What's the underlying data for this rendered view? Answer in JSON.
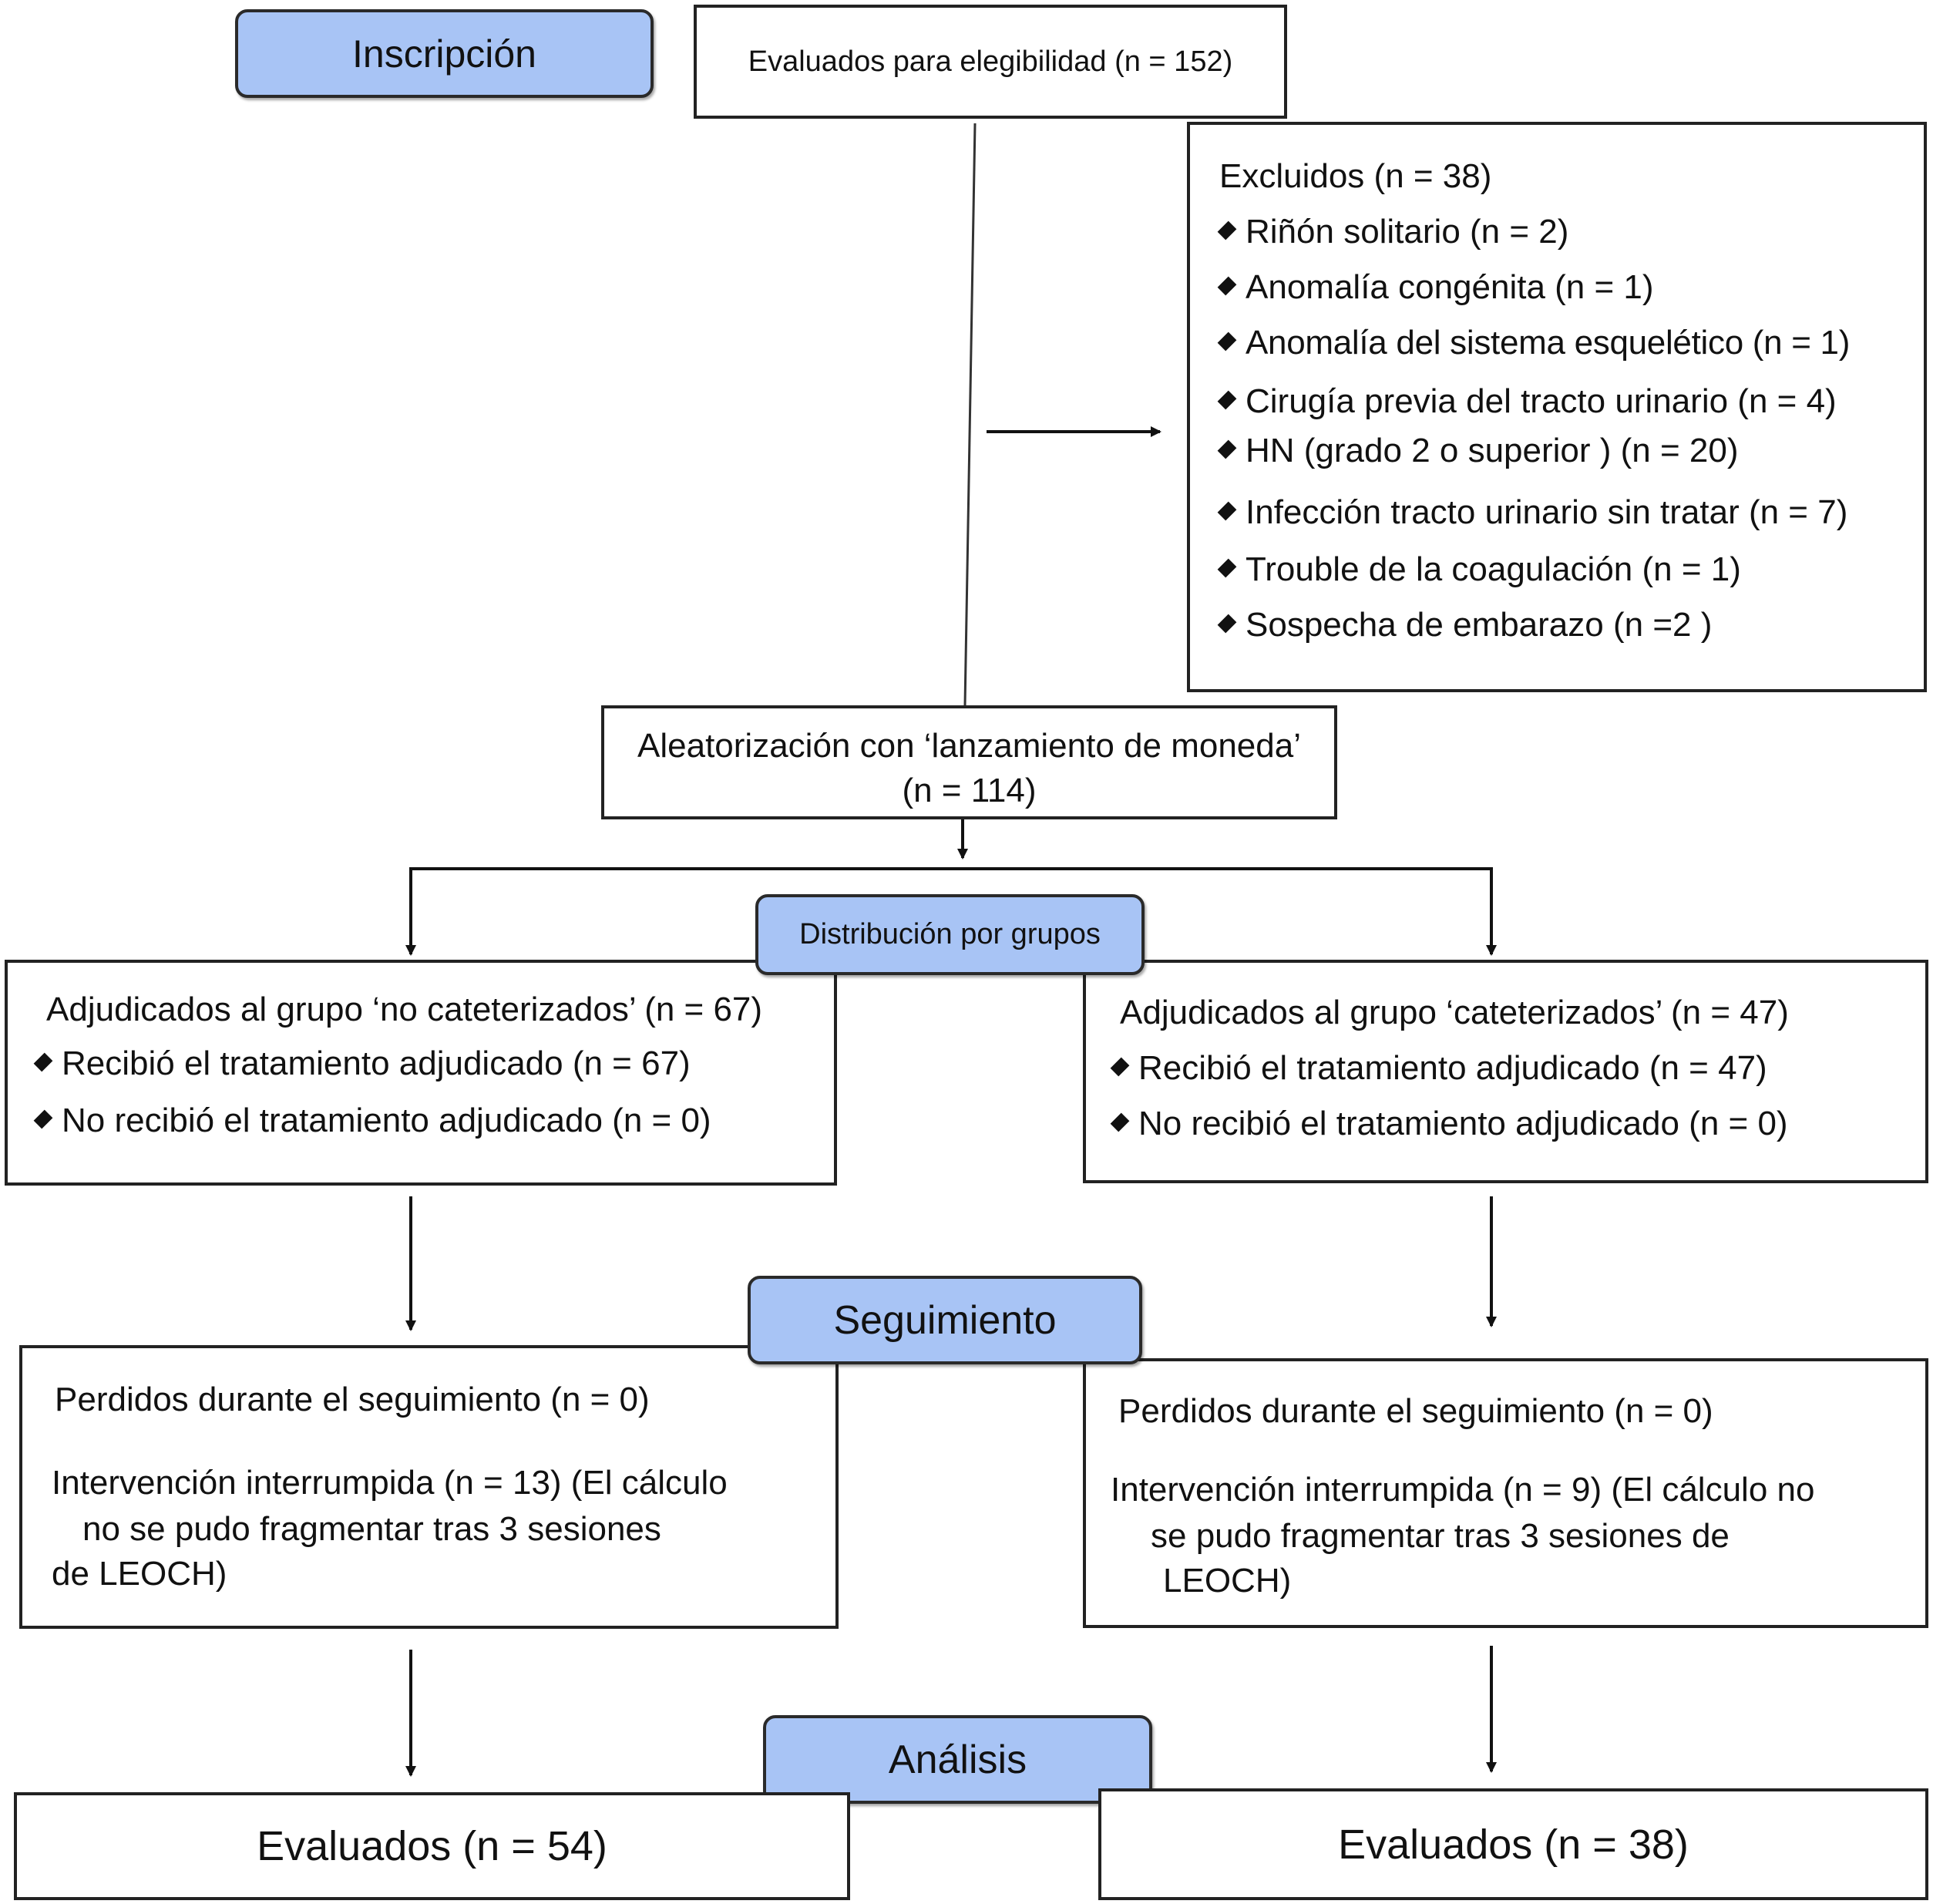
{
  "stages": {
    "enrollment": "Inscripción",
    "allocation": "Distribución por grupos",
    "followup": "Seguimiento",
    "analysis": "Análisis"
  },
  "assessed": "Evaluados para elegibilidad (n = 152)",
  "excluded": {
    "title": "Excluidos (n = 38)",
    "items": [
      "Riñón solitario (n = 2)",
      "Anomalía congénita (n = 1)",
      "Anomalía del sistema esquelético (n = 1)",
      "Cirugía previa del tracto urinario (n = 4)",
      "HN (grado 2 o superior ) (n = 20)",
      "Infección tracto urinario sin tratar (n = 7)",
      "Trouble de la coagulación (n = 1)",
      "Sospecha de embarazo (n =2 )"
    ]
  },
  "randomized": {
    "line1": "Aleatorización con ‘lanzamiento de moneda’",
    "line2": "(n = 114)"
  },
  "left_alloc": {
    "title": "Adjudicados al grupo ‘no cateterizados’ (n = 67)",
    "received": "Recibió el tratamiento adjudicado (n = 67)",
    "not_received": "No recibió el tratamiento adjudicado (n = 0)"
  },
  "right_alloc": {
    "title": "Adjudicados al grupo  ‘cateterizados’ (n = 47)",
    "received": "Recibió el tratamiento adjudicado (n = 47)",
    "not_received": "No recibió el tratamiento adjudicado (n = 0)"
  },
  "left_follow": {
    "lost": "Perdidos durante el seguimiento (n = 0)",
    "line1": "Intervención interrumpida (n = 13) (El cálculo",
    "line2": "no se pudo fragmentar tras 3 sesiones",
    "line3": "de LEOCH)"
  },
  "right_follow": {
    "lost": "Perdidos durante el seguimiento (n = 0)",
    "line1": "Intervención interrumpida (n = 9) (El cálculo no",
    "line2": "se  pudo fragmentar tras 3 sesiones de",
    "line3": "LEOCH)"
  },
  "left_analysis": "Evaluados (n = 54)",
  "right_analysis": "Evaluados (n = 38)"
}
